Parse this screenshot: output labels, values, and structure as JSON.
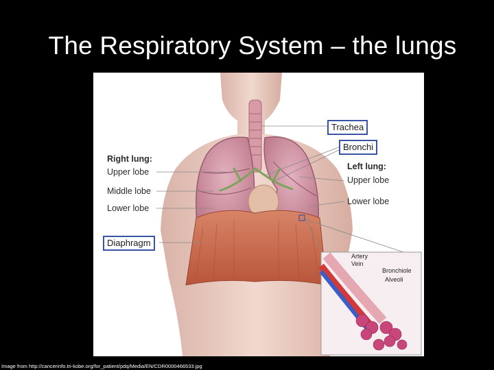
{
  "slide": {
    "title": "The Respiratory System – the lungs",
    "credit": "Image from http://cancerinfo.tri-kobe.org/for_patient/pdq/Media/EN/CDR0000466533.jpg"
  },
  "figure": {
    "labels": {
      "trachea": "Trachea",
      "bronchi": "Bronchi",
      "right_lung": "Right lung:",
      "upper_lobe_right": "Upper lobe",
      "middle_lobe": "Middle lobe",
      "lower_lobe_right": "Lower lobe",
      "left_lung": "Left lung:",
      "upper_lobe_left": "Upper lobe",
      "lower_lobe_left": "Lower lobe",
      "diaphragm": "Diaphragm"
    },
    "inset": {
      "artery": "Artery",
      "vein": "Vein",
      "bronchiole": "Bronchiole",
      "alveoli": "Alveoli"
    }
  },
  "colors": {
    "background": "#000000",
    "title_text": "#ffffff",
    "label_box_border": "#3b53a4",
    "lung_tissue": "#c98a9a",
    "diaphragm": "#c8664a",
    "skin": "#e9c9bd"
  }
}
